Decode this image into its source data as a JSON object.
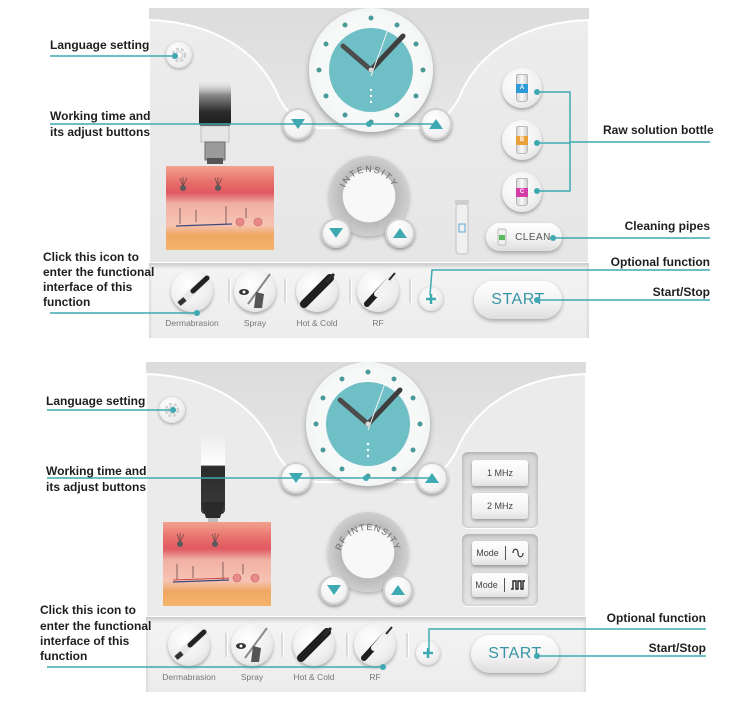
{
  "colors": {
    "accent": "#3fa9b2",
    "callout_line": "#3fa9b2",
    "clock_face": "#6fc0c6",
    "bottle_a": "#2e9ad8",
    "bottle_b": "#e9a23b",
    "bottle_c": "#d63ca8",
    "clean_bottle": "#59b95c"
  },
  "top_panel": {
    "callouts": {
      "language": "Language setting",
      "working_time_line1": "Working time and",
      "working_time_line2": "its adjust buttons",
      "raw_solution": "Raw solution bottle",
      "cleaning": "Cleaning pipes",
      "click_icon_line1": "Click this icon to",
      "click_icon_line2": "enter the functional",
      "click_icon_line3": "interface of this",
      "click_icon_line4": "function",
      "optional": "Optional function",
      "start_stop": "Start/Stop"
    },
    "icons": {
      "gear": "gear-icon",
      "time_down": "triangle-down-icon",
      "time_up": "triangle-up-icon",
      "clock": "clock-icon",
      "trash": "trash-bottle-icon"
    },
    "intensity_label": "INTENSITY",
    "bottles": [
      {
        "label": "A"
      },
      {
        "label": "B"
      },
      {
        "label": "C"
      }
    ],
    "clean_button": "CLEAN",
    "start_button": "START",
    "functions": [
      {
        "label": "Dermabrasion"
      },
      {
        "label": "Spray"
      },
      {
        "label": "Hot & Cold"
      },
      {
        "label": "RF"
      }
    ],
    "optional_icon": "plus-icon"
  },
  "bottom_panel": {
    "callouts": {
      "language": "Language setting",
      "working_time_line1": "Working time and",
      "working_time_line2": "its adjust buttons",
      "click_icon_line1": "Click this icon to",
      "click_icon_line2": "enter the functional",
      "click_icon_line3": "interface of this",
      "click_icon_line4": "function",
      "optional": "Optional function",
      "start_stop": "Start/Stop"
    },
    "intensity_label": "RF INTENSITY",
    "frequency_buttons": [
      "1 MHz",
      "2 MHz"
    ],
    "mode_buttons": [
      {
        "label": "Mode",
        "icon": "sine-wave-icon"
      },
      {
        "label": "Mode",
        "icon": "square-wave-icon"
      }
    ],
    "start_button": "START",
    "functions": [
      {
        "label": "Dermabrasion"
      },
      {
        "label": "Spray"
      },
      {
        "label": "Hot & Cold"
      },
      {
        "label": "RF"
      }
    ]
  }
}
